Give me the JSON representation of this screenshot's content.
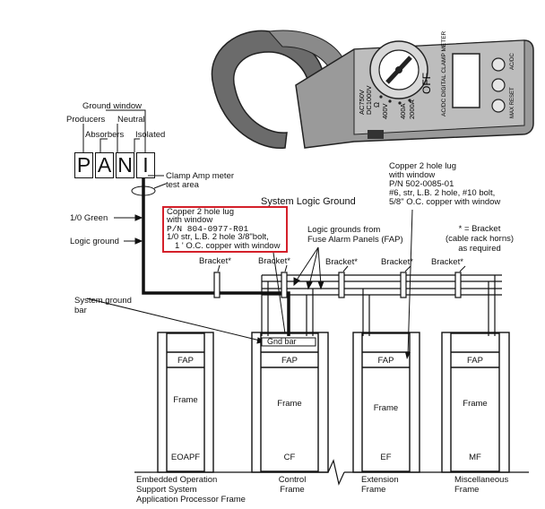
{
  "meter": {
    "range_labels": [
      "AC750V",
      "DC1000V",
      "Ω",
      "400V",
      "400A",
      "2000A"
    ],
    "off_label": "OFF",
    "body_label": "AC/DC DIGITAL CLAMP METER",
    "buttons": [
      "AC/DC",
      "MAX",
      "RESET"
    ],
    "acdc_label": "AC/DC",
    "max_reset_label": "MAX RESET"
  },
  "pani": {
    "letters": [
      "P",
      "A",
      "N",
      "I"
    ],
    "producers": "Producers",
    "absorbers": "Absorbers",
    "neutral": "Neutral",
    "isolated": "Isolated",
    "ground_window": "Ground window"
  },
  "labels": {
    "clamp_amp_1": "Clamp Amp meter",
    "clamp_amp_2": "test area",
    "green": "1/0 Green",
    "logic_ground": "Logic ground",
    "system_logic_ground": "System Logic Ground",
    "system_ground_bar_1": "System ground",
    "system_ground_bar_2": "bar",
    "gnd_bar": "Gnd bar",
    "logic_grounds_1": "Logic grounds from",
    "logic_grounds_2": "Fuse Alarm Panels (FAP)",
    "bracket_note_1": "* = Bracket",
    "bracket_note_2": "(cable rack horns)",
    "bracket_note_3": "as required",
    "bracket": "Bracket*"
  },
  "lug_right": {
    "line1": "Copper 2 hole lug",
    "line2": "with window",
    "line3": "P/N 502-0085-01",
    "line4": "#6, str, L.B. 2 hole, #10 bolt,",
    "line5": "5/8\" O.C. copper with window"
  },
  "lug_callout": {
    "line1": "Copper 2 hole lug",
    "line2": "with window",
    "line3": "P/N 804-0977-R01",
    "line4": "1/0 str, L.B. 2 hole 3/8\"bolt,",
    "line5": "1 ' O.C. copper with window",
    "border_color": "#d4202a"
  },
  "frames": [
    {
      "fap": "FAP",
      "frame": "Frame",
      "code": "EOAPF",
      "caption": [
        "Embedded  Operation",
        "Support  System",
        "Application Processor Frame"
      ]
    },
    {
      "fap": "FAP",
      "frame": "Frame",
      "code": "CF",
      "caption": [
        "Control",
        "Frame"
      ]
    },
    {
      "fap": "FAP",
      "frame": "Frame",
      "code": "EF",
      "caption": [
        "Extension",
        "Frame"
      ]
    },
    {
      "fap": "FAP",
      "frame": "Frame",
      "code": "MF",
      "caption": [
        "Miscellaneous",
        "Frame"
      ]
    }
  ]
}
